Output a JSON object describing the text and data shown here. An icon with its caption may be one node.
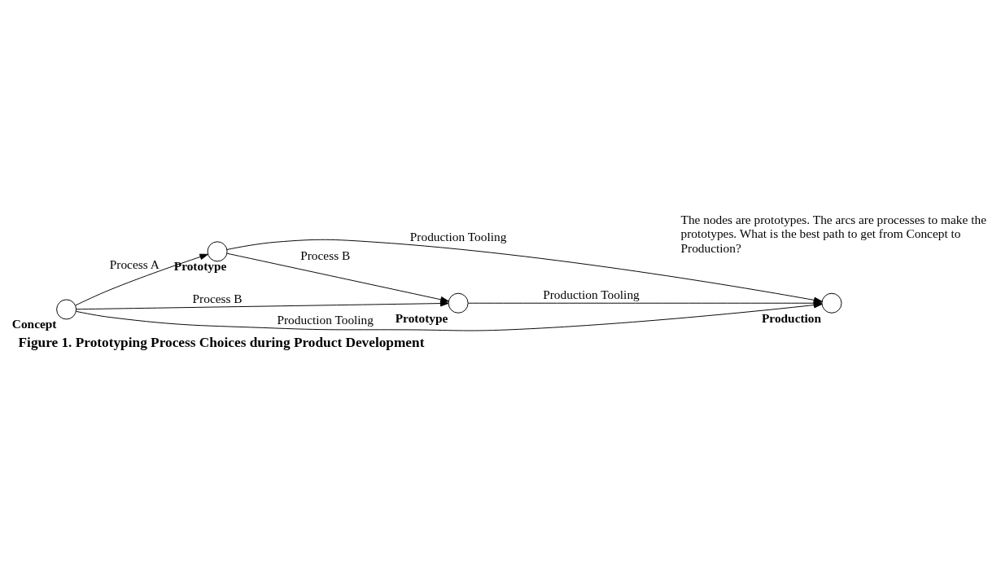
{
  "diagram": {
    "caption": "Figure 1. Prototyping Process Choices during Product Development",
    "nodes": [
      {
        "text": [],
        "shape": "circle",
        "beside": [
          "Concept"
        ]
      },
      {
        "text": [],
        "shape": "circle",
        "beside": [
          "Prototype"
        ]
      },
      {
        "text": [],
        "shape": "circle",
        "beside": [
          "Prototype"
        ]
      },
      {
        "text": [],
        "shape": "circle",
        "beside": [
          "Production"
        ]
      }
    ],
    "edges": [
      {
        "from": 0,
        "to": 1,
        "arrow": "to",
        "label": "Process A"
      },
      {
        "from": 1,
        "to": 2,
        "arrow": "to",
        "label": "Process B"
      },
      {
        "from": 2,
        "to": 3,
        "arrow": "to",
        "label": "Production Tooling"
      },
      {
        "from": 0,
        "to": 2,
        "arrow": "to",
        "label": "Process B"
      },
      {
        "from": 1,
        "to": 3,
        "arrow": "to",
        "label": "Production Tooling"
      },
      {
        "from": 0,
        "to": 3,
        "arrow": "to",
        "label": "Production Tooling"
      }
    ],
    "labels": [
      "The nodes are prototypes. The arcs are processes to make the prototypes. What is the best path to get from Concept to Production?"
    ]
  }
}
